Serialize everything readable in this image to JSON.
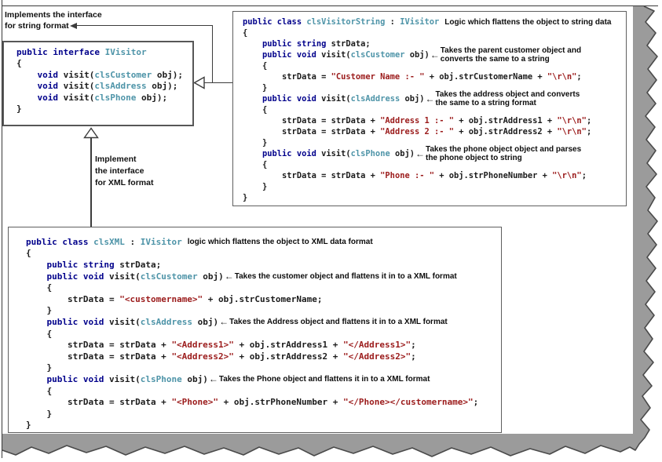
{
  "page": {
    "labels": {
      "implements_string": [
        "Implements the interface",
        "for string format"
      ],
      "implement_xml": [
        "Implement",
        "the interface",
        "for XML format"
      ]
    },
    "colors": {
      "keyword": "#00008B",
      "user_type": "#4E94A8",
      "string_literal": "#9B1B1B",
      "code_text": "#1b1b1b",
      "box_border": "#5f5f5f",
      "torn_paper_gray": "#9B9B9B",
      "torn_edge": "#4A4A4A"
    }
  },
  "boxes": {
    "ivisitor": {
      "lines": [
        {
          "tokens": [
            [
              "k",
              "public interface "
            ],
            [
              "y",
              "IVisitor"
            ]
          ]
        },
        {
          "tokens": [
            [
              "p",
              "{"
            ]
          ]
        },
        {
          "tokens": [
            [
              "p",
              "    "
            ],
            [
              "k",
              "void "
            ],
            [
              "p",
              "visit("
            ],
            [
              "y",
              "clsCustomer"
            ],
            [
              "p",
              " obj);"
            ]
          ]
        },
        {
          "tokens": [
            [
              "p",
              "    "
            ],
            [
              "k",
              "void "
            ],
            [
              "p",
              "visit("
            ],
            [
              "y",
              "clsAddress"
            ],
            [
              "p",
              " obj);"
            ]
          ]
        },
        {
          "tokens": [
            [
              "p",
              "    "
            ],
            [
              "k",
              "void "
            ],
            [
              "p",
              "visit("
            ],
            [
              "y",
              "clsPhone"
            ],
            [
              "p",
              " obj);"
            ]
          ]
        },
        {
          "tokens": [
            [
              "p",
              "}"
            ]
          ]
        }
      ]
    },
    "visitor_string": {
      "lines": [
        {
          "tokens": [
            [
              "k",
              "public class "
            ],
            [
              "y",
              "clsVisitorString"
            ],
            [
              "p",
              " : "
            ],
            [
              "y",
              "IVisitor"
            ]
          ],
          "ann": {
            "gap": true,
            "text": "Logic which flattens the object to string data"
          }
        },
        {
          "tokens": [
            [
              "p",
              "{"
            ]
          ]
        },
        {
          "tokens": [
            [
              "p",
              "    "
            ],
            [
              "k",
              "public string "
            ],
            [
              "p",
              "strData;"
            ]
          ]
        },
        {
          "tokens": [
            [
              "p",
              "    "
            ],
            [
              "k",
              "public void "
            ],
            [
              "p",
              "visit("
            ],
            [
              "y",
              "clsCustomer"
            ],
            [
              "p",
              " obj)"
            ]
          ],
          "ann": {
            "arrow": true,
            "lines": [
              "Takes the parent customer object and",
              "converts the same to a string"
            ]
          }
        },
        {
          "tokens": [
            [
              "p",
              "    {"
            ]
          ]
        },
        {
          "tokens": [
            [
              "p",
              "        strData = "
            ],
            [
              "s",
              "\"Customer Name :- \""
            ],
            [
              "p",
              " + obj.strCustomerName + "
            ],
            [
              "s",
              "\"\\r\\n\""
            ],
            [
              "p",
              ";"
            ]
          ]
        },
        {
          "tokens": [
            [
              "p",
              "    }"
            ]
          ]
        },
        {
          "tokens": [
            [
              "p",
              "    "
            ],
            [
              "k",
              "public void "
            ],
            [
              "p",
              "visit("
            ],
            [
              "y",
              "clsAddress"
            ],
            [
              "p",
              " obj)"
            ]
          ],
          "ann": {
            "arrow": true,
            "lines": [
              "Takes the address object and converts",
              "the same to a string format"
            ]
          }
        },
        {
          "tokens": [
            [
              "p",
              "    {"
            ]
          ]
        },
        {
          "tokens": [
            [
              "p",
              "        strData = strData + "
            ],
            [
              "s",
              "\"Address 1 :- \""
            ],
            [
              "p",
              " + obj.strAddress1 + "
            ],
            [
              "s",
              "\"\\r\\n\""
            ],
            [
              "p",
              ";"
            ]
          ]
        },
        {
          "tokens": [
            [
              "p",
              "        strData = strData + "
            ],
            [
              "s",
              "\"Address 2 :- \""
            ],
            [
              "p",
              " + obj.strAddress2 + "
            ],
            [
              "s",
              "\"\\r\\n\""
            ],
            [
              "p",
              ";"
            ]
          ]
        },
        {
          "tokens": [
            [
              "p",
              "    }"
            ]
          ]
        },
        {
          "tokens": [
            [
              "p",
              "    "
            ],
            [
              "k",
              "public void "
            ],
            [
              "p",
              "visit("
            ],
            [
              "y",
              "clsPhone"
            ],
            [
              "p",
              " obj)"
            ]
          ],
          "ann": {
            "arrow": true,
            "lines": [
              "Takes the phone object object and parses",
              "the phone object to string"
            ]
          }
        },
        {
          "tokens": [
            [
              "p",
              "    {"
            ]
          ]
        },
        {
          "tokens": [
            [
              "p",
              "        strData = strData + "
            ],
            [
              "s",
              "\"Phone :- \""
            ],
            [
              "p",
              " + obj.strPhoneNumber + "
            ],
            [
              "s",
              "\"\\r\\n\""
            ],
            [
              "p",
              ";"
            ]
          ]
        },
        {
          "tokens": [
            [
              "p",
              "    }"
            ]
          ]
        },
        {
          "tokens": [
            [
              "p",
              "}"
            ]
          ]
        }
      ]
    },
    "xml": {
      "lines": [
        {
          "tokens": [
            [
              "k",
              "public class "
            ],
            [
              "y",
              "clsXML"
            ],
            [
              "p",
              " : "
            ],
            [
              "y",
              "IVisitor"
            ]
          ],
          "ann": {
            "gap": true,
            "text": "logic which flattens the object to XML data format"
          }
        },
        {
          "tokens": [
            [
              "p",
              "{"
            ]
          ]
        },
        {
          "tokens": [
            [
              "p",
              "    "
            ],
            [
              "k",
              "public string "
            ],
            [
              "p",
              "strData;"
            ]
          ]
        },
        {
          "tokens": [
            [
              "p",
              "    "
            ],
            [
              "k",
              "public void "
            ],
            [
              "p",
              "visit("
            ],
            [
              "y",
              "clsCustomer"
            ],
            [
              "p",
              " obj)"
            ]
          ],
          "ann": {
            "arrow": true,
            "text": "Takes the customer object and flattens it in to a XML format"
          }
        },
        {
          "tokens": [
            [
              "p",
              "    {"
            ]
          ]
        },
        {
          "tokens": [
            [
              "p",
              "        strData = "
            ],
            [
              "s",
              "\"<customername>\""
            ],
            [
              "p",
              " + obj.strCustomerName;"
            ]
          ]
        },
        {
          "tokens": [
            [
              "p",
              "    }"
            ]
          ]
        },
        {
          "tokens": [
            [
              "p",
              "    "
            ],
            [
              "k",
              "public void "
            ],
            [
              "p",
              "visit("
            ],
            [
              "y",
              "clsAddress"
            ],
            [
              "p",
              " obj)"
            ]
          ],
          "ann": {
            "arrow": true,
            "text": "Takes the Address object and flattens it in to a XML format"
          }
        },
        {
          "tokens": [
            [
              "p",
              "    {"
            ]
          ]
        },
        {
          "tokens": [
            [
              "p",
              "        strData = strData + "
            ],
            [
              "s",
              "\"<Address1>\""
            ],
            [
              "p",
              " + obj.strAddress1 + "
            ],
            [
              "s",
              "\"</Address1>\""
            ],
            [
              "p",
              ";"
            ]
          ]
        },
        {
          "tokens": [
            [
              "p",
              "        strData = strData + "
            ],
            [
              "s",
              "\"<Address2>\""
            ],
            [
              "p",
              " + obj.strAddress2 + "
            ],
            [
              "s",
              "\"</Address2>\""
            ],
            [
              "p",
              ";"
            ]
          ]
        },
        {
          "tokens": [
            [
              "p",
              "    }"
            ]
          ]
        },
        {
          "tokens": [
            [
              "p",
              "    "
            ],
            [
              "k",
              "public void "
            ],
            [
              "p",
              "visit("
            ],
            [
              "y",
              "clsPhone"
            ],
            [
              "p",
              " obj)"
            ]
          ],
          "ann": {
            "arrow": true,
            "text": "Takes the Phone object and flattens it in to a XML format"
          }
        },
        {
          "tokens": [
            [
              "p",
              "    {"
            ]
          ]
        },
        {
          "tokens": [
            [
              "p",
              "        strData = strData + "
            ],
            [
              "s",
              "\"<Phone>\""
            ],
            [
              "p",
              " + obj.strPhoneNumber + "
            ],
            [
              "s",
              "\"</Phone></customername>\""
            ],
            [
              "p",
              ";"
            ]
          ]
        },
        {
          "tokens": [
            [
              "p",
              "    }"
            ]
          ]
        },
        {
          "tokens": [
            [
              "p",
              "}"
            ]
          ]
        }
      ]
    }
  }
}
